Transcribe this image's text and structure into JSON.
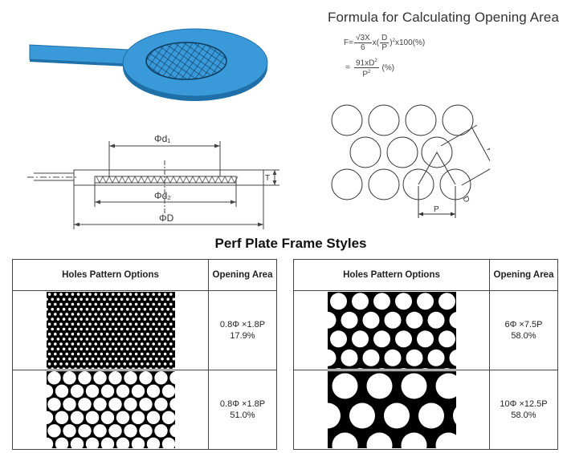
{
  "formula": {
    "title": "Formula for Calculating Opening Area",
    "f_label": "F=",
    "sqrt3x": "√3X",
    "six": "6",
    "times": "x",
    "d": "D",
    "p": "P",
    "sq": "2",
    "tail1": "x100(%)",
    "eq2": "=",
    "num2": "91xD",
    "den2": "P",
    "tail2": "(%)"
  },
  "drawing": {
    "d1_label": "Φd₁",
    "d2_label": "Φd₂",
    "D_label": "ΦD",
    "t_label": "T",
    "pitch_label": "P",
    "hole_label": "D"
  },
  "section_title": "Perf Plate Frame Styles",
  "tables": [
    {
      "header_pattern": "Holes Pattern Options",
      "header_area": "Opening Area",
      "rows": [
        {
          "spec": "0.8Φ ×1.8P",
          "area": "17.9%"
        },
        {
          "spec": "0.8Φ ×1.8P",
          "area": "51.0%"
        }
      ]
    },
    {
      "header_pattern": "Holes Pattern Options",
      "header_area": "Opening Area",
      "rows": [
        {
          "spec": "6Φ ×7.5P",
          "area": "58.0%"
        },
        {
          "spec": "10Φ ×12.5P",
          "area": "58.0%"
        }
      ]
    }
  ],
  "colors": {
    "plate_blue": "#3a9ad9",
    "plate_dark": "#1f6fa8",
    "line": "#444444"
  }
}
